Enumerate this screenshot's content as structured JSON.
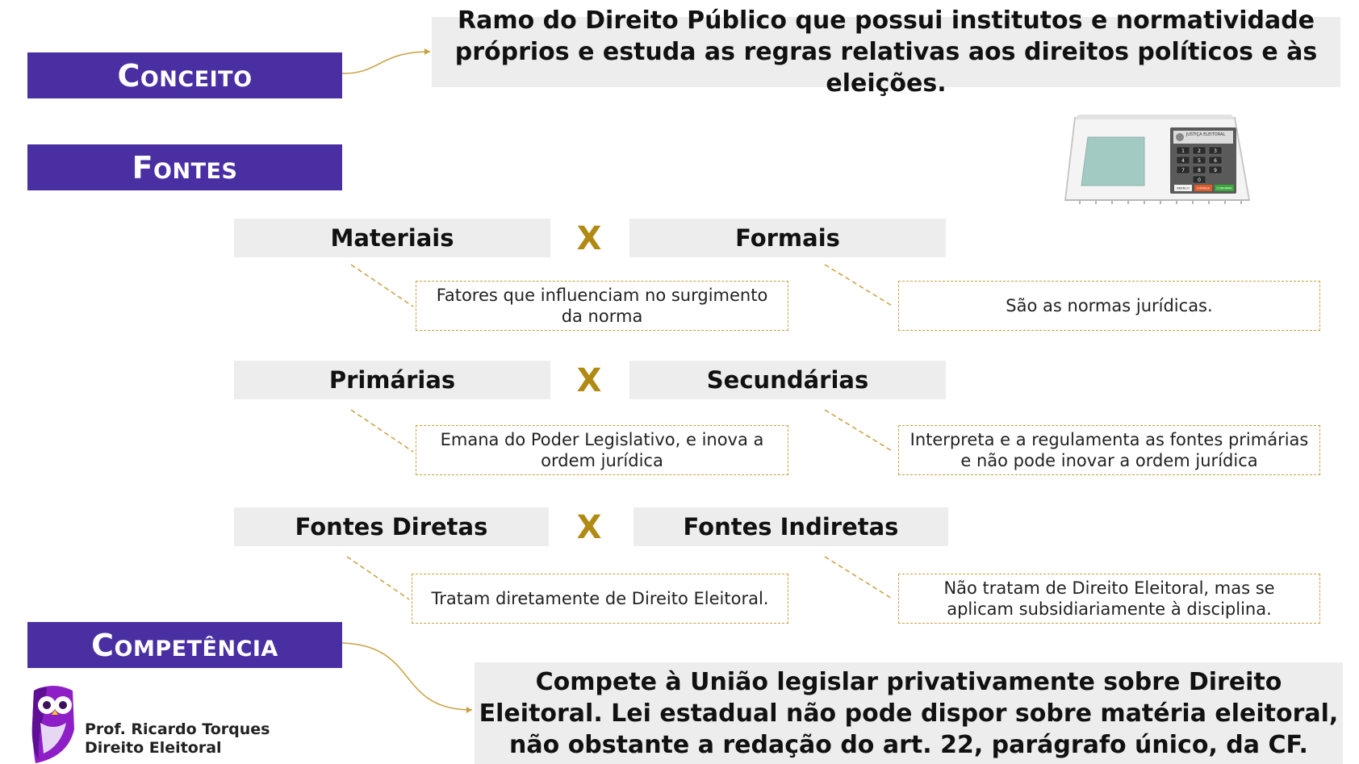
{
  "sections": {
    "conceito": "Conceito",
    "fontes": "Fontes",
    "competencia": "Competência"
  },
  "conceito_text": "Ramo do Direito Público que possui institutos e normatividade próprios e estuda as regras relativas aos direitos políticos e às eleições.",
  "competencia_text": "Compete à União legislar privativamente sobre Direito Eleitoral. Lei estadual não pode dispor sobre matéria eleitoral, não obstante a redação do art. 22, parágrafo único, da CF.",
  "versus": "X",
  "pairs": [
    {
      "left": "Materiais",
      "right": "Formais",
      "left_desc": "Fatores que influenciam no surgimento da norma",
      "right_desc": "São as normas jurídicas."
    },
    {
      "left": "Primárias",
      "right": "Secundárias",
      "left_desc": "Emana do Poder Legislativo, e inova a ordem jurídica",
      "right_desc": "Interpreta e a regulamenta as fontes primárias e não pode inovar a ordem jurídica"
    },
    {
      "left": "Fontes Diretas",
      "right": "Fontes Indiretas",
      "left_desc": "Tratam diretamente de Direito Eleitoral.",
      "right_desc": "Não tratam de Direito Eleitoral, mas se aplicam subsidiariamente à disciplina."
    }
  ],
  "urna": {
    "label": "JUSTIÇA ELEITORAL",
    "keys": [
      "1",
      "2",
      "3",
      "4",
      "5",
      "6",
      "7",
      "8",
      "9",
      "0"
    ],
    "branco": "BRANCO",
    "corrige": "CORRIGE",
    "confirma": "CONFIRMA"
  },
  "footer": {
    "name": "Prof. Ricardo Torques",
    "subject": "Direito Eleitoral"
  },
  "colors": {
    "title_bg": "#4a2fa3",
    "accent": "#b08a12",
    "box_bg": "#ededed"
  }
}
